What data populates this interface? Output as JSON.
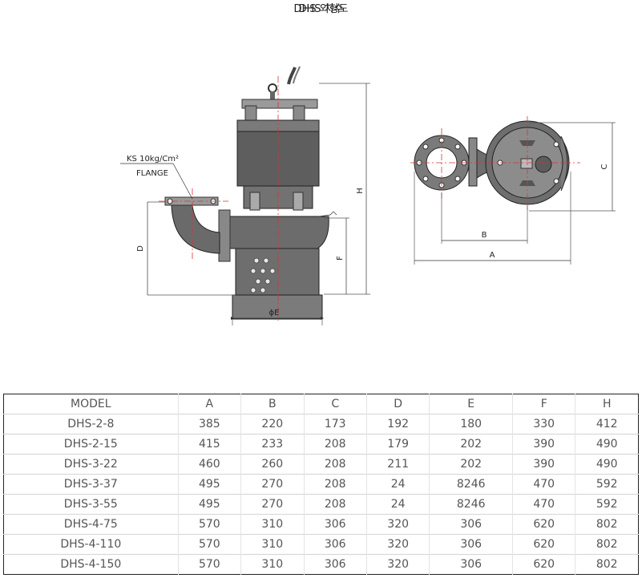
{
  "outline_title": "DHS 외형도",
  "dims_title": "DHS 치수",
  "drawing": {
    "flange_spec": "KS 10kg/Cm²",
    "flange_word": "FLANGE",
    "labels": {
      "H": "H",
      "D": "D",
      "F": "F",
      "E": "ϕE",
      "A": "A",
      "B": "B",
      "C": "C"
    }
  },
  "table": {
    "columns": [
      "MODEL",
      "A",
      "B",
      "C",
      "D",
      "E",
      "F",
      "H"
    ],
    "rows": [
      [
        "DHS-2-8",
        "385",
        "220",
        "173",
        "192",
        "180",
        "330",
        "412"
      ],
      [
        "DHS-2-15",
        "415",
        "233",
        "208",
        "179",
        "202",
        "390",
        "490"
      ],
      [
        "DHS-3-22",
        "460",
        "260",
        "208",
        "211",
        "202",
        "390",
        "490"
      ],
      [
        "DHS-3-37",
        "495",
        "270",
        "208",
        "24",
        "8246",
        "470",
        "592"
      ],
      [
        "DHS-3-55",
        "495",
        "270",
        "208",
        "24",
        "8246",
        "470",
        "592"
      ],
      [
        "DHS-4-75",
        "570",
        "310",
        "306",
        "320",
        "306",
        "620",
        "802"
      ],
      [
        "DHS-4-110",
        "570",
        "310",
        "306",
        "320",
        "306",
        "620",
        "802"
      ],
      [
        "DHS-4-150",
        "570",
        "310",
        "306",
        "320",
        "306",
        "620",
        "802"
      ]
    ]
  }
}
